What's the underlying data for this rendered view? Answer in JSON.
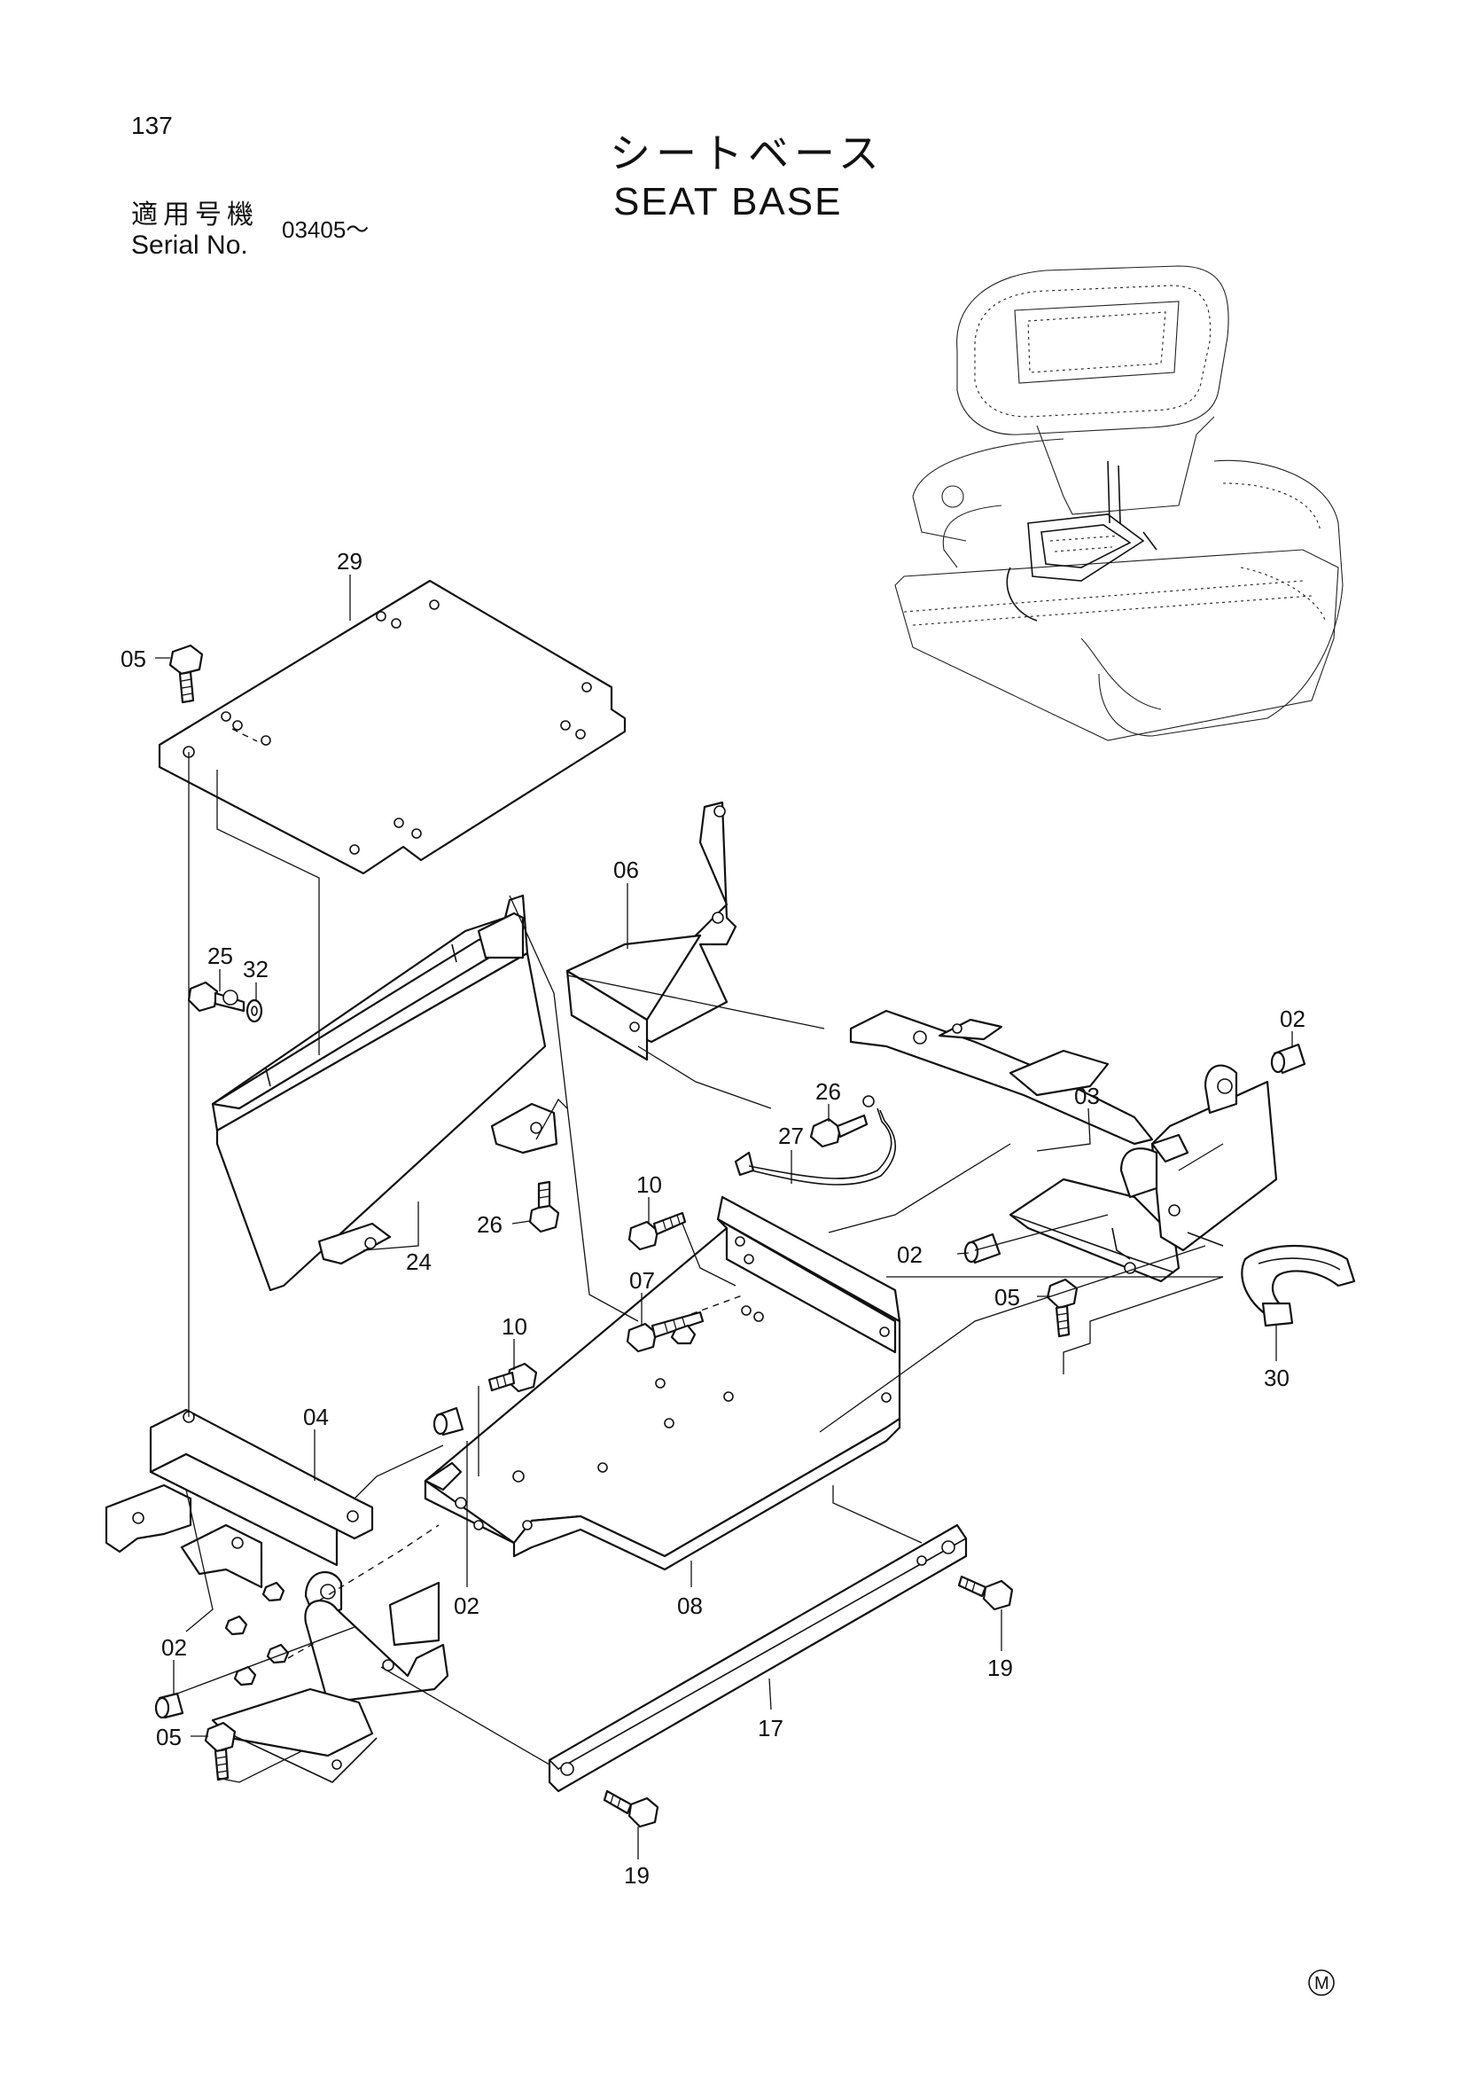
{
  "header": {
    "page_number": "137",
    "title_jp": "シートベース",
    "title_en": "SEAT BASE",
    "serial_label_jp": "適用号機",
    "serial_label_en": "Serial No.",
    "serial_value": "03405～"
  },
  "diagram": {
    "part_labels": [
      "29",
      "05",
      "06",
      "25",
      "32",
      "02",
      "03",
      "26",
      "27",
      "10",
      "24",
      "26",
      "07",
      "02",
      "05",
      "10",
      "30",
      "04",
      "02",
      "08",
      "02",
      "05",
      "19",
      "17",
      "19"
    ]
  },
  "footer": {
    "mark": "M"
  }
}
